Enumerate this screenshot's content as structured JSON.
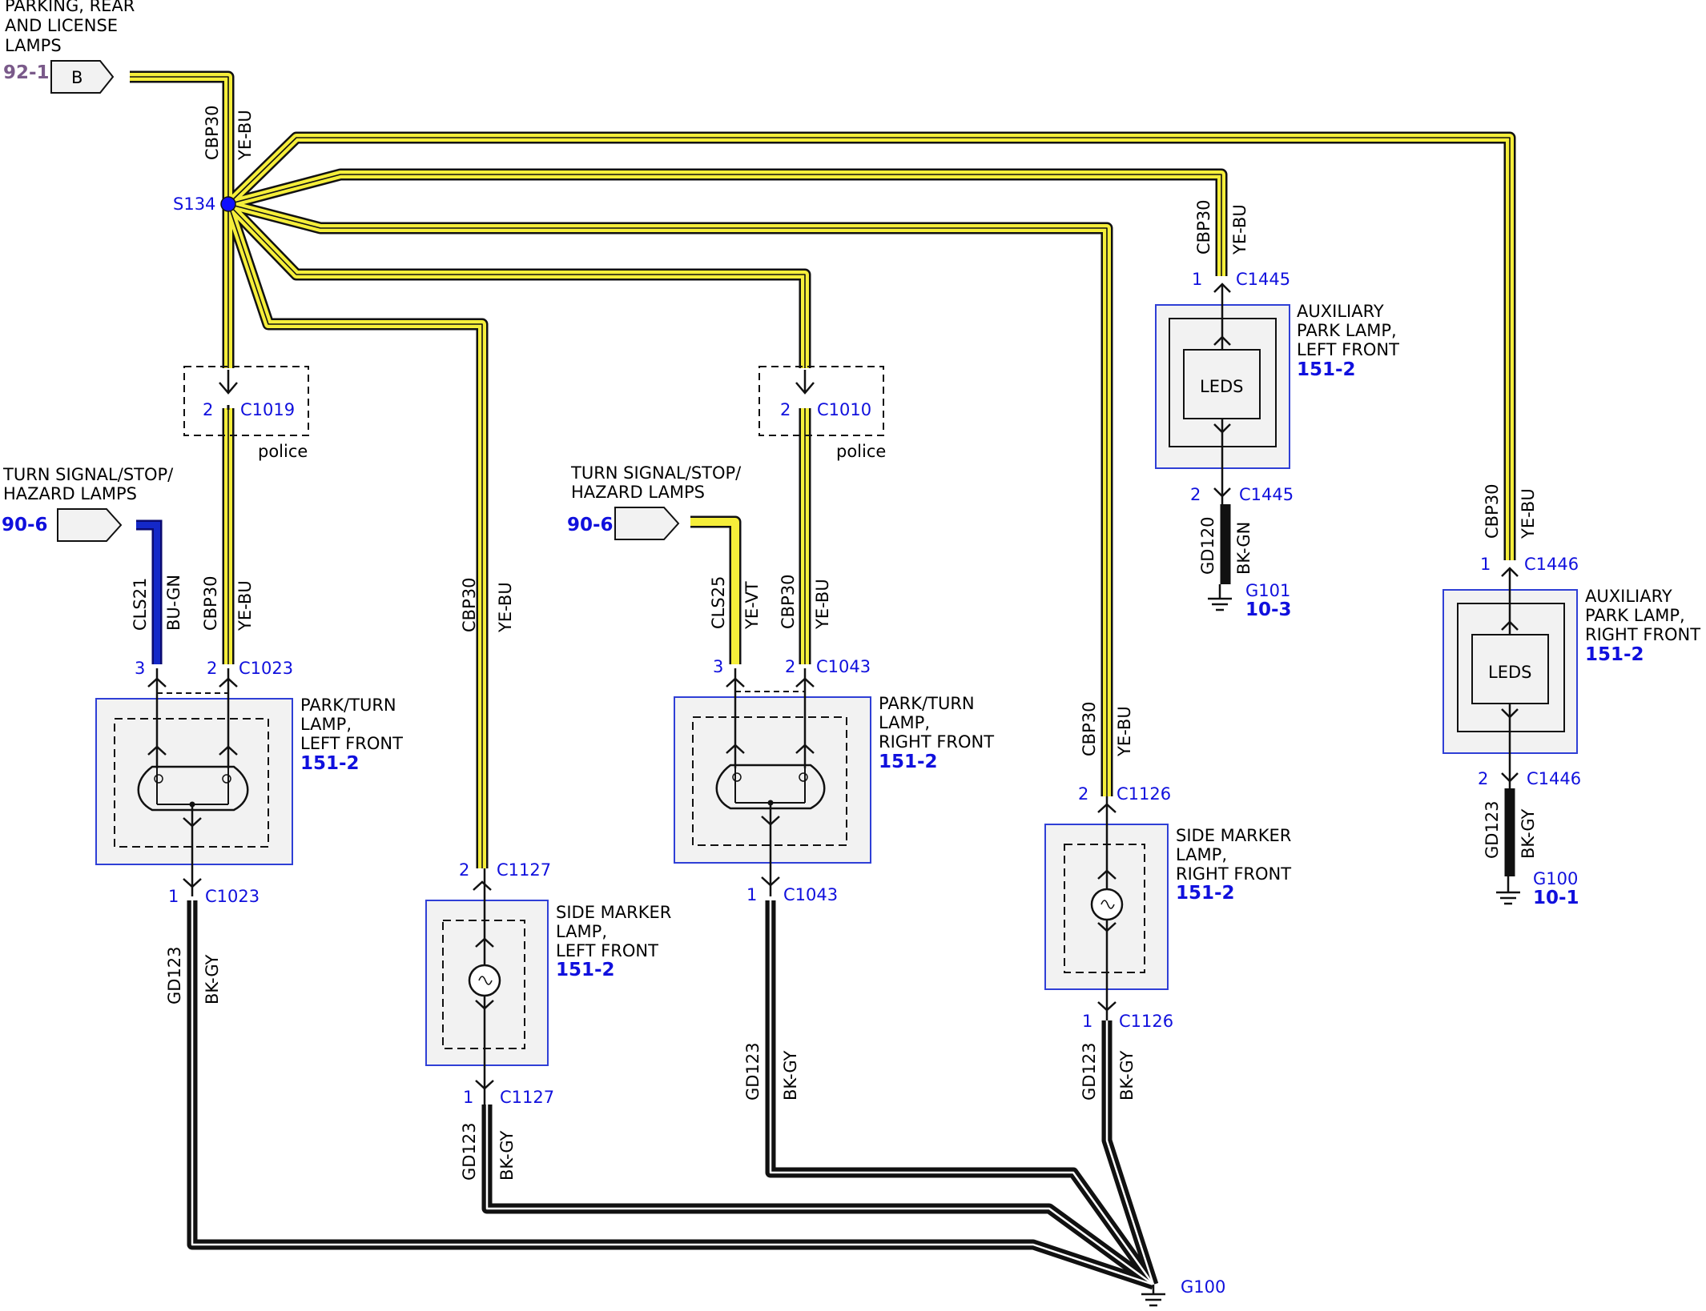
{
  "sources": {
    "parking": {
      "title_lines": [
        "PARKING, REAR",
        "AND LICENSE",
        "LAMPS"
      ],
      "ref": "92-1",
      "pin": "B"
    },
    "turn_left": {
      "title_lines": [
        "TURN SIGNAL/STOP/",
        "HAZARD LAMPS"
      ],
      "ref": "90-6"
    },
    "turn_right": {
      "title_lines": [
        "TURN SIGNAL/STOP/",
        "HAZARD LAMPS"
      ],
      "ref": "90-6"
    }
  },
  "splice": {
    "label": "S134"
  },
  "wires": {
    "circuit_park": "CBP30",
    "color_park": "YE-BU",
    "circuit_turn_left": "CLS21",
    "color_turn_left": "BU-GN",
    "circuit_turn_right": "CLS25",
    "color_turn_right": "YE-VT",
    "circuit_gnd": "GD123",
    "color_gnd": "BK-GY",
    "circuit_gnd_aux": "GD120",
    "color_gnd_aux": "BK-GN"
  },
  "colors": {
    "park_wire": "#f5ee3a",
    "turn_left_wire": "#1428c8",
    "ground_wire": "#111111",
    "pin_text": "#1010dd",
    "component_border": "#2f3fd6",
    "component_fill": "#f2f2f2"
  },
  "connectors": {
    "c1019": {
      "pin": "2",
      "name": "C1019",
      "note": "police"
    },
    "c1010": {
      "pin": "2",
      "name": "C1010",
      "note": "police"
    },
    "c1023_top_a": "3",
    "c1023_top_b": "2",
    "c1023": "C1023",
    "c1023_bot": "1",
    "c1043_top_a": "3",
    "c1043_top_b": "2",
    "c1043": "C1043",
    "c1043_bot": "1",
    "c1127_top": "2",
    "c1127": "C1127",
    "c1127_bot": "1",
    "c1126_top": "2",
    "c1126": "C1126",
    "c1126_bot": "1",
    "c1445_top": "1",
    "c1445": "C1445",
    "c1445_bot": "2",
    "c1446_top": "1",
    "c1446": "C1446",
    "c1446_bot": "2"
  },
  "components": {
    "park_turn_lf": {
      "lines": [
        "PARK/TURN",
        "LAMP,",
        "LEFT FRONT"
      ],
      "ref": "151-2"
    },
    "park_turn_rf": {
      "lines": [
        "PARK/TURN",
        "LAMP,",
        "RIGHT FRONT"
      ],
      "ref": "151-2"
    },
    "side_marker_lf": {
      "lines": [
        "SIDE MARKER",
        "LAMP,",
        "LEFT FRONT"
      ],
      "ref": "151-2"
    },
    "side_marker_rf": {
      "lines": [
        "SIDE MARKER",
        "LAMP,",
        "RIGHT FRONT"
      ],
      "ref": "151-2"
    },
    "aux_lf": {
      "lines": [
        "AUXILIARY",
        "PARK LAMP,",
        "LEFT FRONT"
      ],
      "ref": "151-2",
      "inner": "LEDS"
    },
    "aux_rf": {
      "lines": [
        "AUXILIARY",
        "PARK LAMP,",
        "RIGHT FRONT"
      ],
      "ref": "151-2",
      "inner": "LEDS"
    }
  },
  "grounds": {
    "g100_main": {
      "name": "G100"
    },
    "g101": {
      "name": "G101",
      "ref": "10-3"
    },
    "g100_aux": {
      "name": "G100",
      "ref": "10-1"
    }
  }
}
